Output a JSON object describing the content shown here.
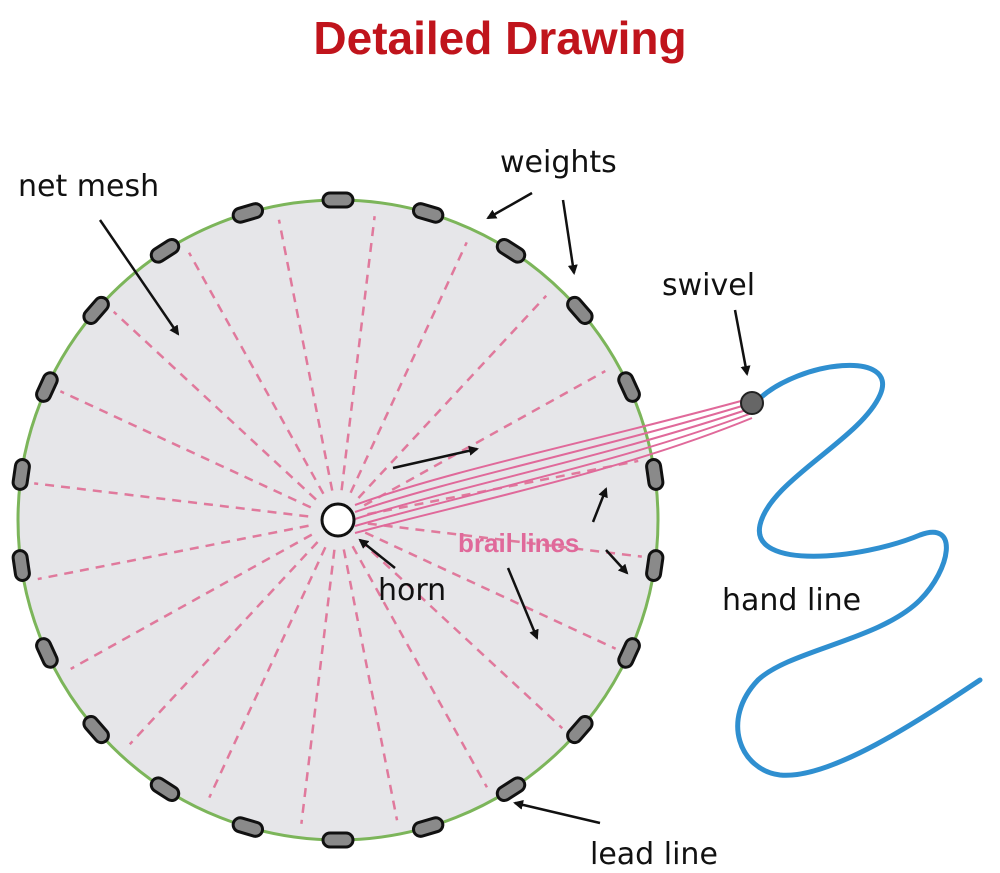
{
  "title": "Detailed Drawing",
  "labels": {
    "net_mesh": "net mesh",
    "weights": "weights",
    "swivel": "swivel",
    "brail_lines": "brail lines",
    "horn": "horn",
    "hand_line": "hand line",
    "lead_line": "lead line"
  },
  "colors": {
    "title": "#c0141c",
    "net_fill": "#e6e6e9",
    "lead_line": "#7cb55a",
    "mesh_dash": "#e0799c",
    "brail": "#e0699a",
    "hand_line": "#2f8fd0",
    "weight": "#8a8a8a"
  }
}
